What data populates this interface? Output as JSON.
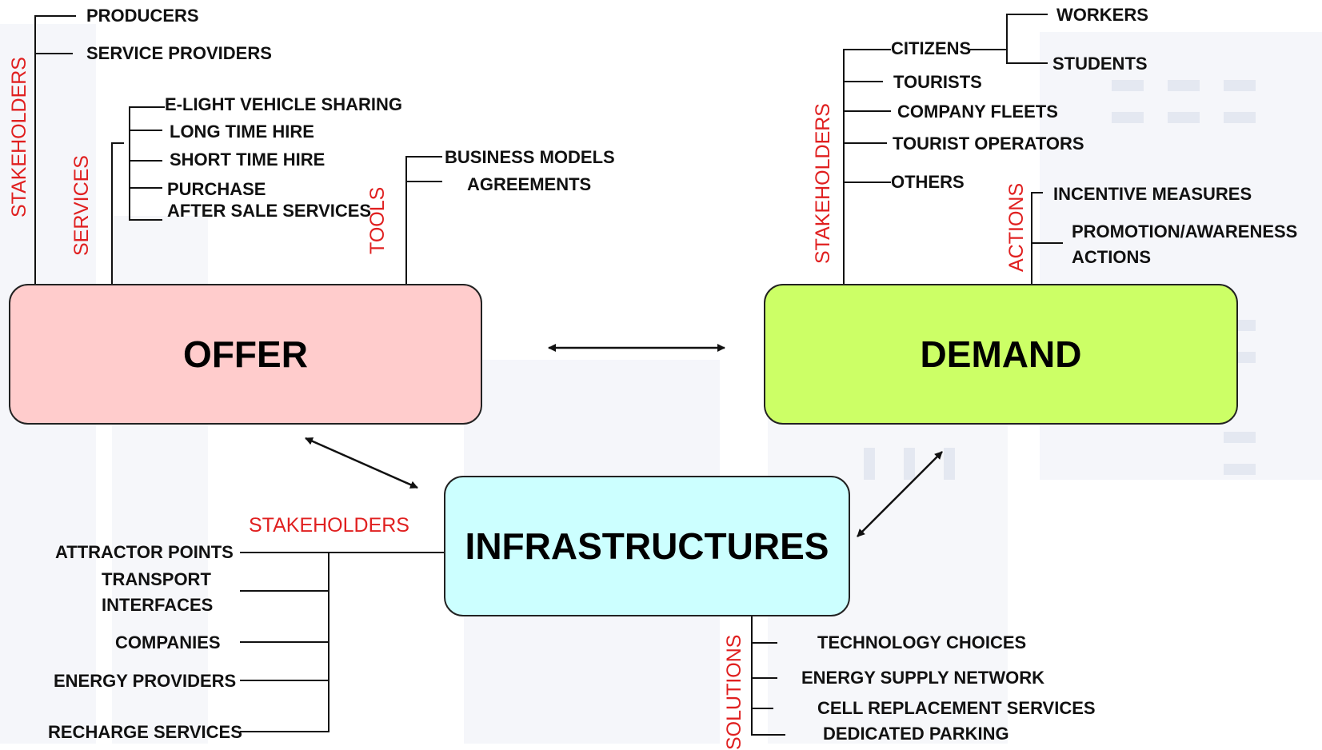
{
  "colors": {
    "offer_box": "#ffcccc",
    "demand_box": "#ccff66",
    "infrastructure_box": "#ccffff",
    "category_label": "#e02020"
  },
  "offer": {
    "title": "OFFER",
    "stakeholders_label": "STAKEHOLDERS",
    "stakeholders": [
      "PRODUCERS",
      "SERVICE PROVIDERS"
    ],
    "services_label": "SERVICES",
    "services": [
      "E-LIGHT VEHICLE SHARING",
      "LONG TIME HIRE",
      "SHORT TIME HIRE",
      "PURCHASE",
      "AFTER SALE SERVICES"
    ],
    "tools_label": "TOOLS",
    "tools": [
      "BUSINESS MODELS",
      "AGREEMENTS"
    ]
  },
  "demand": {
    "title": "DEMAND",
    "stakeholders_label": "STAKEHOLDERS",
    "stakeholders": [
      "CITIZENS",
      "TOURISTS",
      "COMPANY FLEETS",
      "TOURIST OPERATORS",
      "OTHERS"
    ],
    "citizens_sub": [
      "WORKERS",
      "STUDENTS"
    ],
    "actions_label": "ACTIONS",
    "actions": [
      "INCENTIVE MEASURES",
      "PROMOTION/AWARENESS",
      "ACTIONS"
    ]
  },
  "infrastructures": {
    "title": "INFRASTRUCTURES",
    "stakeholders_label": "STAKEHOLDERS",
    "stakeholders": [
      "ATTRACTOR POINTS",
      "TRANSPORT",
      "INTERFACES",
      "COMPANIES",
      "ENERGY PROVIDERS",
      "RECHARGE SERVICES"
    ],
    "solutions_label": "SOLUTIONS",
    "solutions": [
      "TECHNOLOGY CHOICES",
      "ENERGY SUPPLY NETWORK",
      "CELL REPLACEMENT SERVICES",
      "DEDICATED PARKING"
    ]
  }
}
